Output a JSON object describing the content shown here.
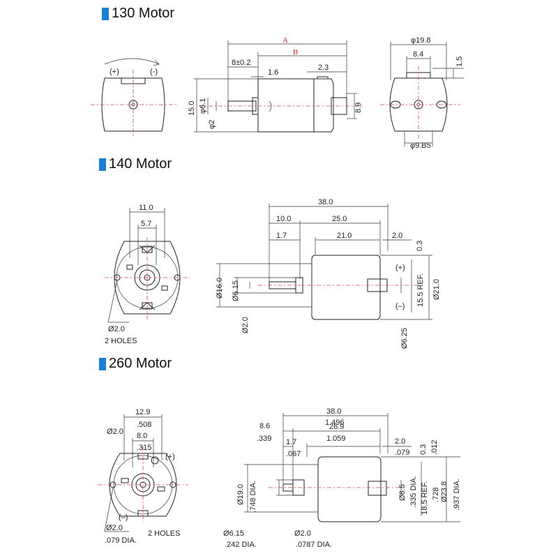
{
  "sections": {
    "m130": {
      "title": "130 Motor"
    },
    "m140": {
      "title": "140 Motor"
    },
    "m260": {
      "title": "260 Motor"
    }
  },
  "accent_color": "#1d7fd1",
  "centerline_color": "#e04040",
  "motor130": {
    "front_plus": "(+)",
    "front_minus": "(-)",
    "dim_A": "A",
    "dim_B": "B",
    "dim_8": "8±0.2",
    "dim_1_6": "1.6",
    "dim_2_3": "2.3",
    "dim_15": "15.0",
    "dim_6_1": "φ6.1",
    "dim_2": "φ2",
    "dim_8_9": "8.9",
    "dim_19_8": "φ19.8",
    "dim_8_4": "8.4",
    "dim_1_5": "1.5",
    "dim_9_85": "φ9.B5"
  },
  "motor140": {
    "dim_11": "11.0",
    "dim_5_7": "5.7",
    "hole_dia": "Ø2.0",
    "holes": "2 HOLES",
    "dim_38": "38.0",
    "dim_10": "10.0",
    "dim_25": "25.0",
    "dim_1_7": "1.7",
    "dim_21": "21.0",
    "dim_2": "2.0",
    "dim_0_3": "0.3",
    "plus": "(+)",
    "minus": "(–)",
    "dim_16": "Ø16.0",
    "dim_6_15": "Ø6.15",
    "dim_2_shaft": "Ø2.0",
    "dim_15_5": "15.5 REF.",
    "dim_21v": "Ø21.0",
    "dim_6_25": "Ø6.25"
  },
  "motor260": {
    "dim_12_9": "12.9",
    "dim_508": ".508",
    "hole_dia": "Ø2.0",
    "dim_8": "8.0",
    "dim_315": ".315",
    "plus": "(+)",
    "minus": "(–)",
    "hole_dia2": "Ø2.0",
    "holes": "2 HOLES",
    "hole_in": ".079 DIA.",
    "dim_38": "38.0",
    "dim_1496": "1.496",
    "dim_8_6": "8.6",
    "dim_339": ".339",
    "dim_26_9": "26.9",
    "dim_1059": "1.059",
    "dim_1_7": "1.7",
    "dim_067": ".067",
    "dim_2": "2.0",
    "dim_079": ".079",
    "dim_0_3": "0.3",
    "dim_012": ".012",
    "dim_19": "Ø19.0",
    "dim_748": ".748 DIA.",
    "dim_8_5": "Ø8.5",
    "dim_335": ".335 DIA.",
    "dim_18_5": "18.5 REF.",
    "dim_728": ".728",
    "dim_23_8": "Ø23.8",
    "dim_937": ".937 DIA.",
    "dim_6_15": "Ø6.15",
    "dim_242": ".242 DIA.",
    "dim_2_0": "Ø2.0",
    "dim_0787": ".0787 DIA."
  }
}
